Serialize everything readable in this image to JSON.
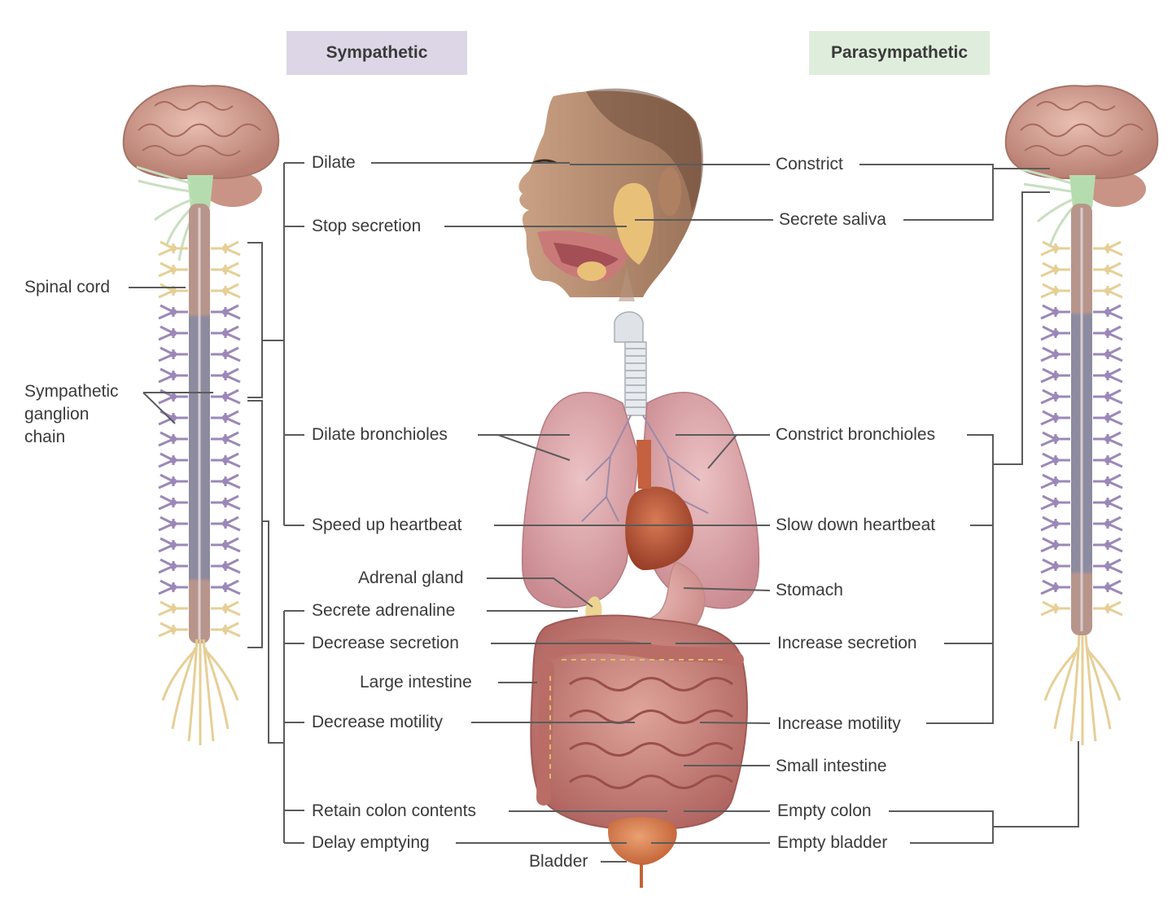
{
  "headers": {
    "sympathetic": "Sympathetic",
    "parasympathetic": "Parasympathetic"
  },
  "left_labels": {
    "spinal_cord": "Spinal cord",
    "ganglion_chain": [
      "Sympathetic",
      "ganglion",
      "chain"
    ]
  },
  "sympathetic_effects": {
    "dilate": "Dilate",
    "stop_secretion": "Stop secretion",
    "dilate_bronchioles": "Dilate bronchioles",
    "speed_up_heartbeat": "Speed up heartbeat",
    "secrete_adrenaline": "Secrete adrenaline",
    "decrease_secretion": "Decrease secretion",
    "decrease_motility": "Decrease motility",
    "retain_colon_contents": "Retain colon contents",
    "delay_emptying": "Delay emptying"
  },
  "parasympathetic_effects": {
    "constrict": "Constrict",
    "secrete_saliva": "Secrete saliva",
    "constrict_bronchioles": "Constrict bronchioles",
    "slow_down_heartbeat": "Slow down heartbeat",
    "increase_secretion": "Increase secretion",
    "increase_motility": "Increase motility",
    "empty_colon": "Empty colon",
    "empty_bladder": "Empty bladder"
  },
  "organ_labels": {
    "adrenal_gland": "Adrenal gland",
    "large_intestine": "Large intestine",
    "stomach": "Stomach",
    "small_intestine": "Small intestine",
    "bladder": "Bladder"
  },
  "colors": {
    "sympathetic_header": "#dcd6e6",
    "parasympathetic_header": "#dfeedc",
    "brain": "#d9a79a",
    "spinal_cord_upper": "#b8958a",
    "spinal_cord_lower": "#8c8ba0",
    "ganglia_purple": "#9b88b8",
    "ganglia_yellow": "#e6cf96",
    "lung": "#d9a3a8",
    "heart": "#b9583c",
    "intestine": "#c77a72",
    "bladder": "#d5784d",
    "leader_line": "#555555"
  }
}
